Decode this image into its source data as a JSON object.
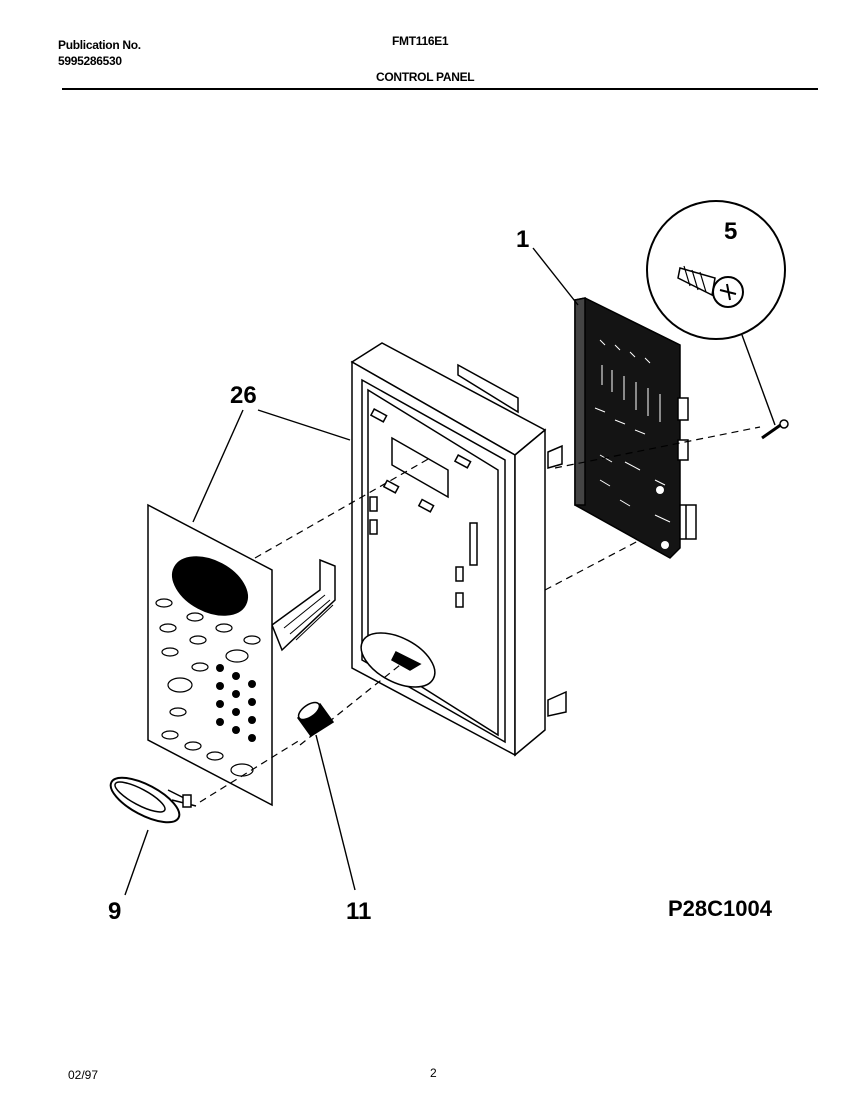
{
  "header": {
    "publication_label": "Publication No.",
    "publication_number": "5995286530",
    "model": "FMT116E1",
    "section": "CONTROL PANEL"
  },
  "callouts": [
    "1",
    "5",
    "26",
    "9",
    "11"
  ],
  "diagram_code": "P28C1004",
  "footer": {
    "date": "02/97",
    "page": "2"
  }
}
